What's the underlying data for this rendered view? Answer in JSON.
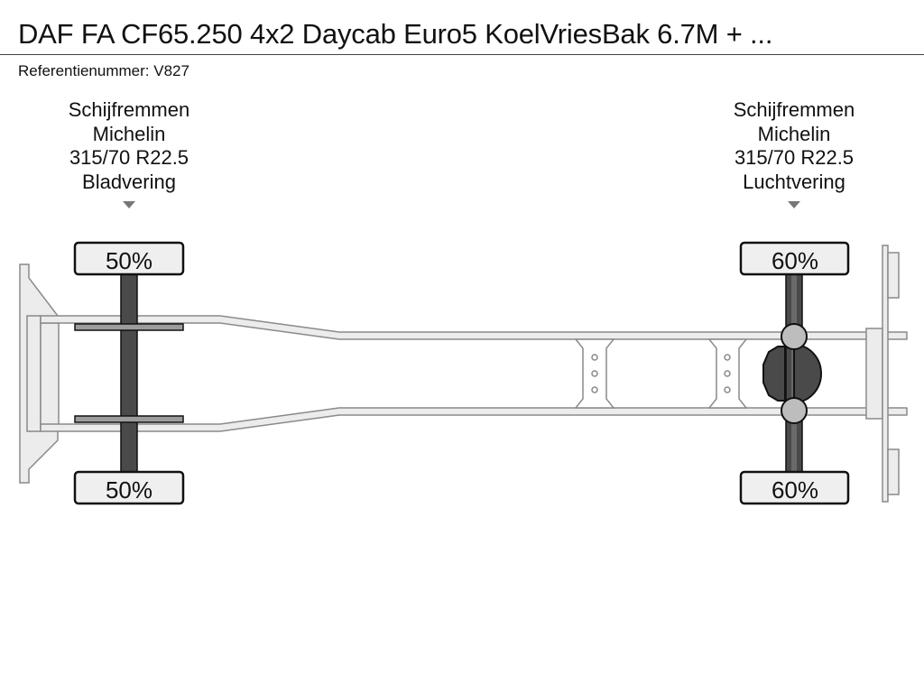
{
  "header": {
    "title": "DAF FA CF65.250 4x2 Daycab Euro5 KoelVriesBak 6.7M + ...",
    "reference": "Referentienummer: V827"
  },
  "axles": [
    {
      "position": "front",
      "brake": "Schijfremmen",
      "tire_brand": "Michelin",
      "tire_size": "315/70 R22.5",
      "suspension": "Bladvering",
      "load_top": "50%",
      "load_bottom": "50%",
      "driven": false
    },
    {
      "position": "rear",
      "brake": "Schijfremmen",
      "tire_brand": "Michelin",
      "tire_size": "315/70 R22.5",
      "suspension": "Luchtvering",
      "load_top": "60%",
      "load_bottom": "60%",
      "driven": true
    }
  ],
  "colors": {
    "frame_fill": "#ececec",
    "frame_stroke": "#8a8a8a",
    "axle_bar": "#4a4a4a",
    "hub": "#bdbdbd",
    "label_box": "#efefef",
    "marker": "#777777"
  }
}
